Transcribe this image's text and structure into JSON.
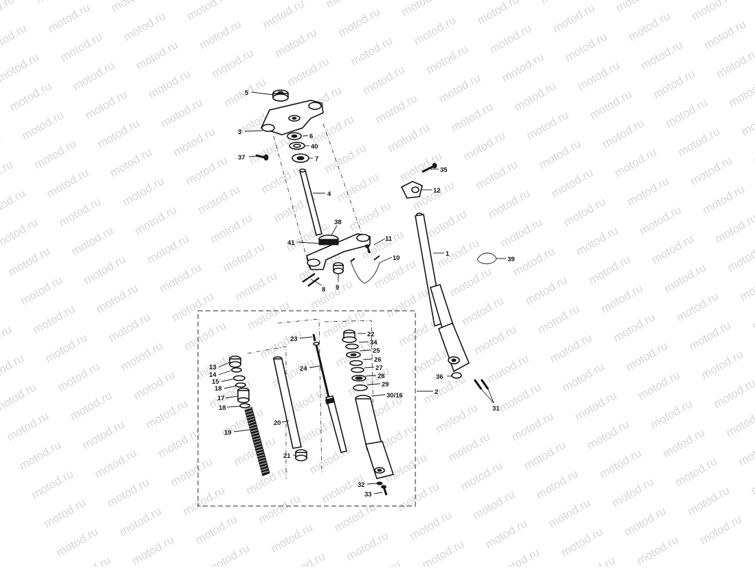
{
  "watermark": "motod.ru",
  "callouts": {
    "c1": "1",
    "c2": "2",
    "c3": "3",
    "c4": "4",
    "c5": "5",
    "c6": "6",
    "c7": "7",
    "c8": "8",
    "c9": "9",
    "c10": "10",
    "c11": "11",
    "c12": "12",
    "c13": "13",
    "c14": "14",
    "c15": "15",
    "c17": "17",
    "c18a": "18",
    "c18b": "18",
    "c19": "19",
    "c20": "20",
    "c21": "21",
    "c22": "22",
    "c23": "23",
    "c24": "24",
    "c25": "25",
    "c26": "26",
    "c27": "27",
    "c28": "28",
    "c29": "29",
    "c30": "30/16",
    "c31": "31",
    "c32": "32",
    "c33": "33",
    "c34": "34",
    "c35": "35",
    "c36": "36",
    "c37": "37",
    "c38": "38",
    "c39": "39",
    "c40": "40",
    "c41": "41"
  }
}
